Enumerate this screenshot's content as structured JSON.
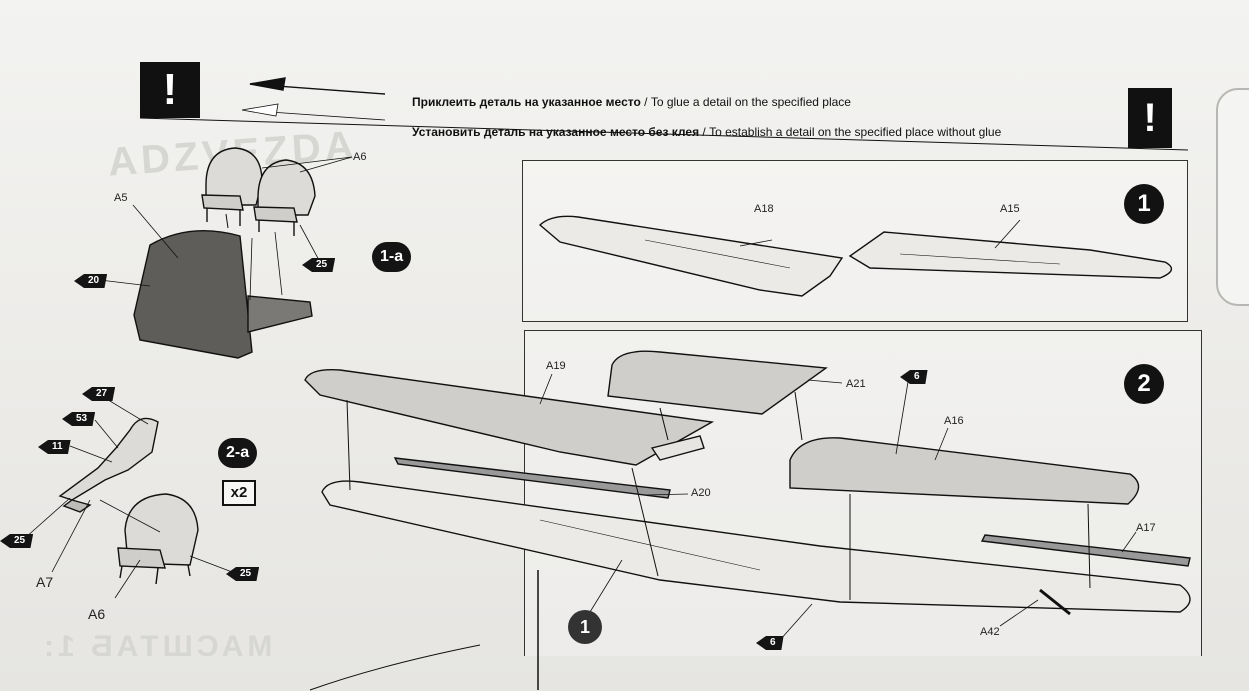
{
  "legend": {
    "glue_ru": "Приклеить деталь на указанное место",
    "glue_en": "To glue a detail on the specified place",
    "noglue_ru": "Установить деталь на указанное место без клея",
    "noglue_en": "To establish a detail on the specified place without glue",
    "warn_symbol": "!",
    "separator": " / "
  },
  "steps": {
    "step1": "1",
    "step2": "2",
    "sub_1a": "1-a",
    "sub_2a": "2-a",
    "qty_2a": "x2",
    "ref_1": "1"
  },
  "parts": {
    "a5": "A5",
    "a6_top": "A6",
    "a6_bottom": "A6",
    "a7": "A7",
    "a15": "A15",
    "a16": "A16",
    "a17": "A17",
    "a18": "A18",
    "a19": "A19",
    "a20": "A20",
    "a21": "A21",
    "a42": "A42"
  },
  "paint_tags": {
    "t20": "20",
    "t25a": "25",
    "t27": "27",
    "t53": "53",
    "t11": "11",
    "t25b": "25",
    "t25c": "25",
    "t6a": "6",
    "t6b": "6"
  },
  "watermarks": {
    "brand": "ADZVEZDA",
    "scale": "МАСШТАБ 1:"
  },
  "colors": {
    "ink": "#111111",
    "paper": "#f2f2f0",
    "part_fill": "#d9d8d4",
    "part_dark": "#5a5a58"
  }
}
